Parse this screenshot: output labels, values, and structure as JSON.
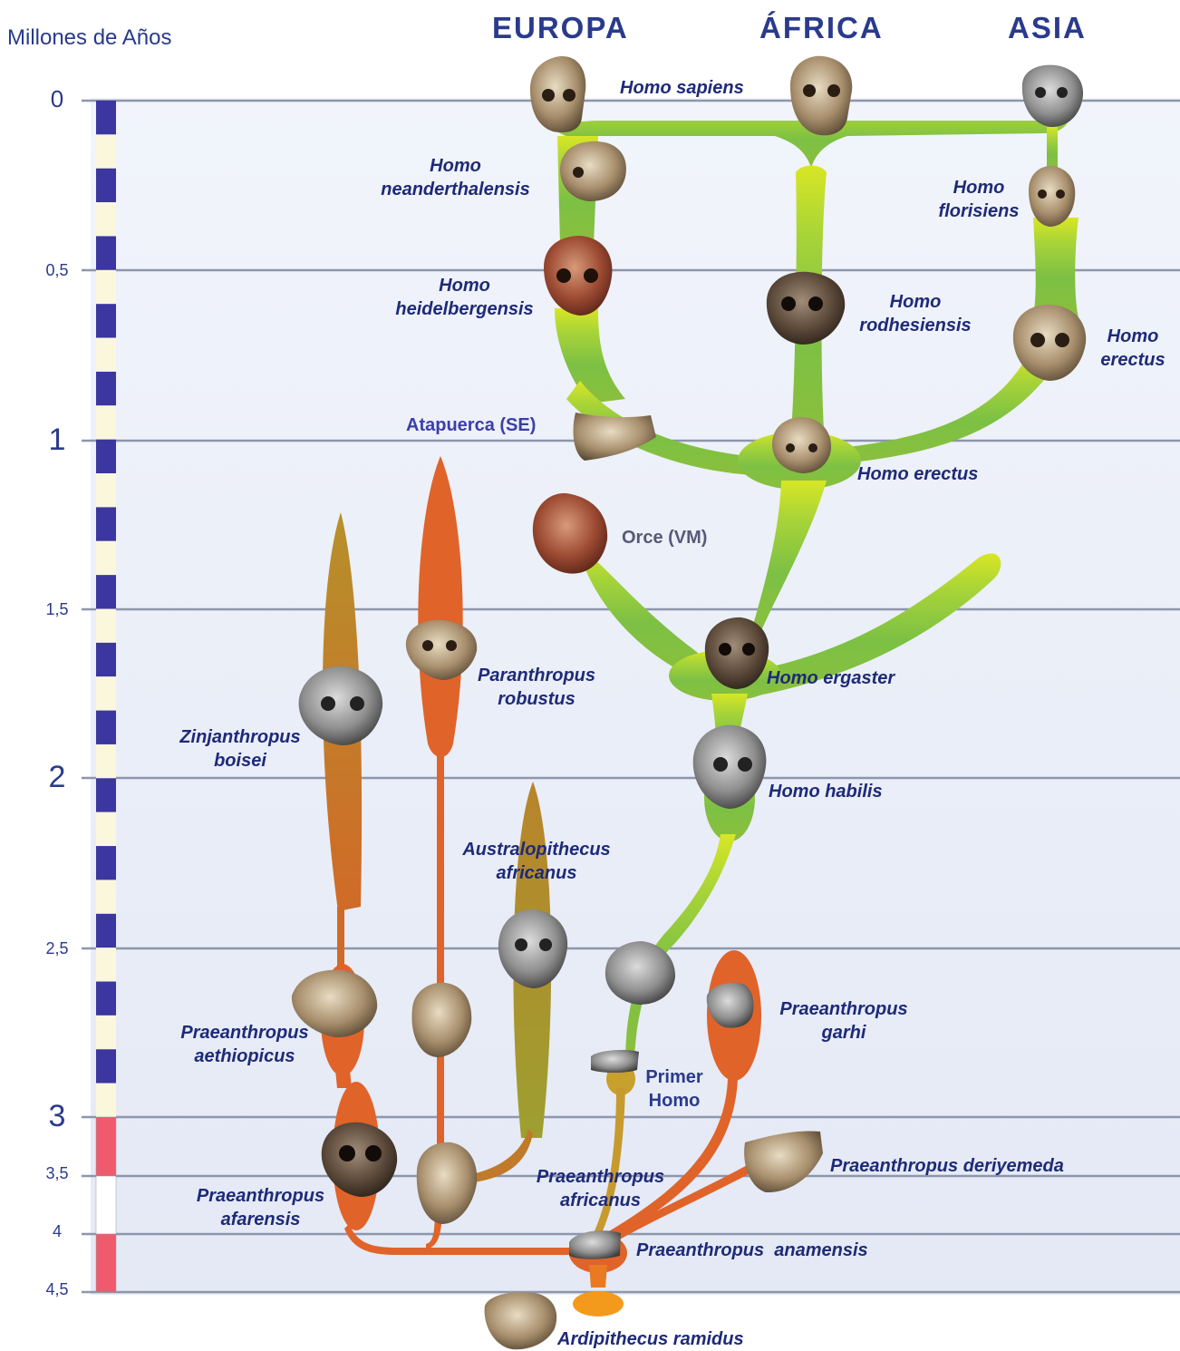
{
  "axis_title": "Millones de Años",
  "continents": [
    "EUROPA",
    "ÁFRICA",
    "ASIA"
  ],
  "ticks": [
    "0",
    "0,5",
    "1",
    "1,5",
    "2",
    "2,5",
    "3",
    "3,5",
    "4",
    "4,5"
  ],
  "sites": {
    "atapuerca": "Atapuerca (SE)",
    "orce": "Orce (VM)"
  },
  "species": {
    "sapiens": "Homo sapiens",
    "neander_1": "Homo",
    "neander_2": "neanderthalensis",
    "flores_1": "Homo",
    "flores_2": "florisiens",
    "heidel_1": "Homo",
    "heidel_2": "heidelbergensis",
    "rhod_1": "Homo",
    "rhod_2": "rodhesiensis",
    "erectus_asia_1": "Homo",
    "erectus_asia_2": "erectus",
    "erectus_africa": "Homo erectus",
    "ergaster": "Homo ergaster",
    "habilis": "Homo habilis",
    "paran_1": "Paranthropus",
    "paran_2": "robustus",
    "zinj_1": "Zinjanthropus",
    "zinj_2": "boisei",
    "austra_1": "Australopithecus",
    "austra_2": "africanus",
    "aeth_1": "Praeanthropus",
    "aeth_2": "aethiopicus",
    "garhi_1": "Praeanthropus",
    "garhi_2": "garhi",
    "primer_1": "Primer",
    "primer_2": "Homo",
    "deriy": "Praeanthropus deriyemeda",
    "pafr_1": "Praeanthropus",
    "pafr_2": "africanus",
    "afar_1": "Praeanthropus",
    "afar_2": "afarensis",
    "anam": "Praeanthropus  anamensis",
    "ramidus": "Ardipithecus ramidus"
  },
  "colors": {
    "homo_green_light": "#d4e52a",
    "homo_green": "#7dc142",
    "orange": "#e0632a",
    "ochre": "#c08a2a",
    "olive": "#b59a28",
    "scale_blue": "#3b36a0",
    "scale_cream": "#fbf7dd",
    "scale_red": "#f05a6e",
    "label_blue": "#1e2a78"
  }
}
